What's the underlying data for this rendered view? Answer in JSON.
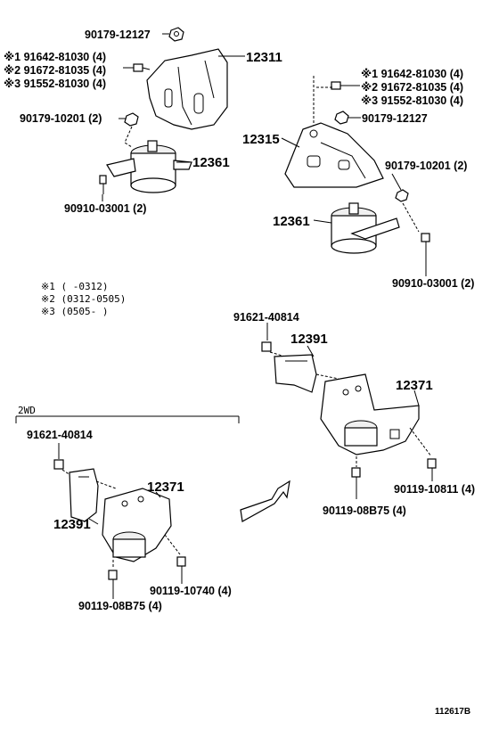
{
  "labels": {
    "l1": "90179-12127",
    "l2": "※1 91642-81030 (4)",
    "l3": "※2 91672-81035 (4)",
    "l4": "※3 91552-81030 (4)",
    "l5": "12311",
    "l6": "90179-10201 (2)",
    "l7": "12361",
    "l8": "90910-03001 (2)",
    "r1": "※1 91642-81030 (4)",
    "r2": "※2 91672-81035 (4)",
    "r3": "※3 91552-81030 (4)",
    "r4": "90179-12127",
    "r5": "12315",
    "r6": "90179-10201 (2)",
    "r7": "12361",
    "r8": "90910-03001 (2)",
    "n1": "※1 (      -0312)",
    "n2": "※2 (0312-0505)",
    "n3": "※3 (0505-      )",
    "m1": "91621-40814",
    "m2": "12391",
    "m3": "12371",
    "m4": "90119-10811 (4)",
    "m5": "90119-08B75 (4)",
    "wd": "2WD",
    "w1": "91621-40814",
    "w2": "12371",
    "w3": "12391",
    "w4": "90119-10740 (4)",
    "w5": "90119-08B75 (4)",
    "code": "112617B"
  }
}
